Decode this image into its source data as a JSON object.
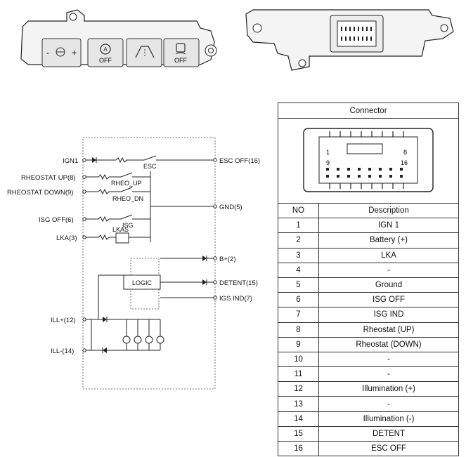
{
  "module_top": {
    "buttons": [
      {
        "icon": "rheostat-lamp-icon",
        "text": ""
      },
      {
        "icon": "isg-off-icon",
        "text": "OFF"
      },
      {
        "icon": "lka-icon",
        "text": ""
      },
      {
        "icon": "esc-off-icon",
        "text": "OFF"
      }
    ],
    "rheostat_minus": "-",
    "rheostat_plus": "+"
  },
  "schematic": {
    "pins_left": {
      "ign1": "IGN1",
      "rheostat_up": "RHEOSTAT UP(8)",
      "rheostat_down": "RHEOSTAT DOWN(9)",
      "isg_off": "ISG OFF(6)",
      "lka": "LKA(3)",
      "ill_plus": "ILL+(12)",
      "ill_minus": "ILL-(14)"
    },
    "pins_right": {
      "esc_off": "ESC OFF(16)",
      "gnd": "GND(5)",
      "b_plus": "B+(2)",
      "detent": "DETENT(15)",
      "igs_ind": "IGS IND(7)"
    },
    "switches": {
      "esc": "ESC",
      "rheo_up": "RHEO_UP",
      "rheo_dn": "RHEO_DN",
      "isg": "ISG",
      "lkas": "LKAS"
    },
    "logic": "LOGIC"
  },
  "connector": {
    "title": "Connector",
    "pin_label_1": "1",
    "pin_label_8": "8",
    "pin_label_9": "9",
    "pin_label_16": "16",
    "col_no": "NO",
    "col_desc": "Description",
    "rows": [
      {
        "no": "1",
        "desc": "IGN 1"
      },
      {
        "no": "2",
        "desc": "Battery (+)"
      },
      {
        "no": "3",
        "desc": "LKA"
      },
      {
        "no": "4",
        "desc": "-"
      },
      {
        "no": "5",
        "desc": "Ground"
      },
      {
        "no": "6",
        "desc": "ISG OFF"
      },
      {
        "no": "7",
        "desc": "ISG IND"
      },
      {
        "no": "8",
        "desc": "Rheostat (UP)"
      },
      {
        "no": "9",
        "desc": "Rheostat (DOWN)"
      },
      {
        "no": "10",
        "desc": "-"
      },
      {
        "no": "11",
        "desc": "-"
      },
      {
        "no": "12",
        "desc": "Illumination (+)"
      },
      {
        "no": "13",
        "desc": "-"
      },
      {
        "no": "14",
        "desc": "Illumination (-)"
      },
      {
        "no": "15",
        "desc": "DETENT"
      },
      {
        "no": "16",
        "desc": "ESC OFF"
      }
    ]
  }
}
